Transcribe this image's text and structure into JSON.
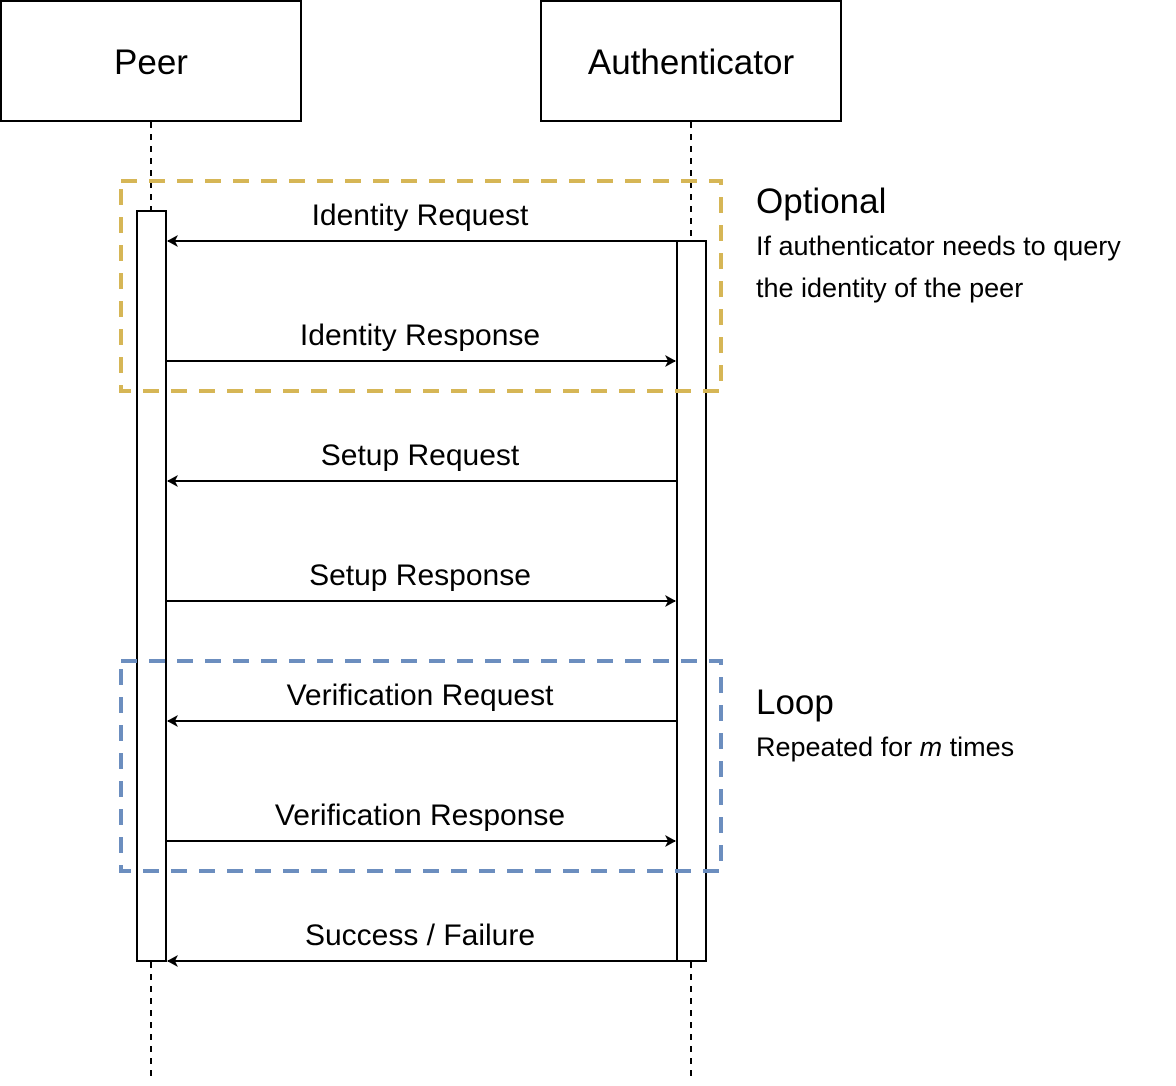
{
  "actors": {
    "peer": {
      "label": "Peer"
    },
    "authenticator": {
      "label": "Authenticator"
    }
  },
  "messages": [
    {
      "label": "Identity Request",
      "direction": "authenticator-to-peer"
    },
    {
      "label": "Identity Response",
      "direction": "peer-to-authenticator"
    },
    {
      "label": "Setup Request",
      "direction": "authenticator-to-peer"
    },
    {
      "label": "Setup Response",
      "direction": "peer-to-authenticator"
    },
    {
      "label": "Verification Request",
      "direction": "authenticator-to-peer"
    },
    {
      "label": "Verification Response",
      "direction": "peer-to-authenticator"
    },
    {
      "label": "Success / Failure",
      "direction": "authenticator-to-peer"
    }
  ],
  "frames": {
    "optional": {
      "title": "Optional",
      "description_line1": "If authenticator needs to query",
      "description_line2": "the identity of the peer",
      "color": "#D6B656"
    },
    "loop": {
      "title": "Loop",
      "description_prefix": "Repeated for ",
      "description_var": "m",
      "description_suffix": " times",
      "color": "#6C8EBF"
    }
  }
}
